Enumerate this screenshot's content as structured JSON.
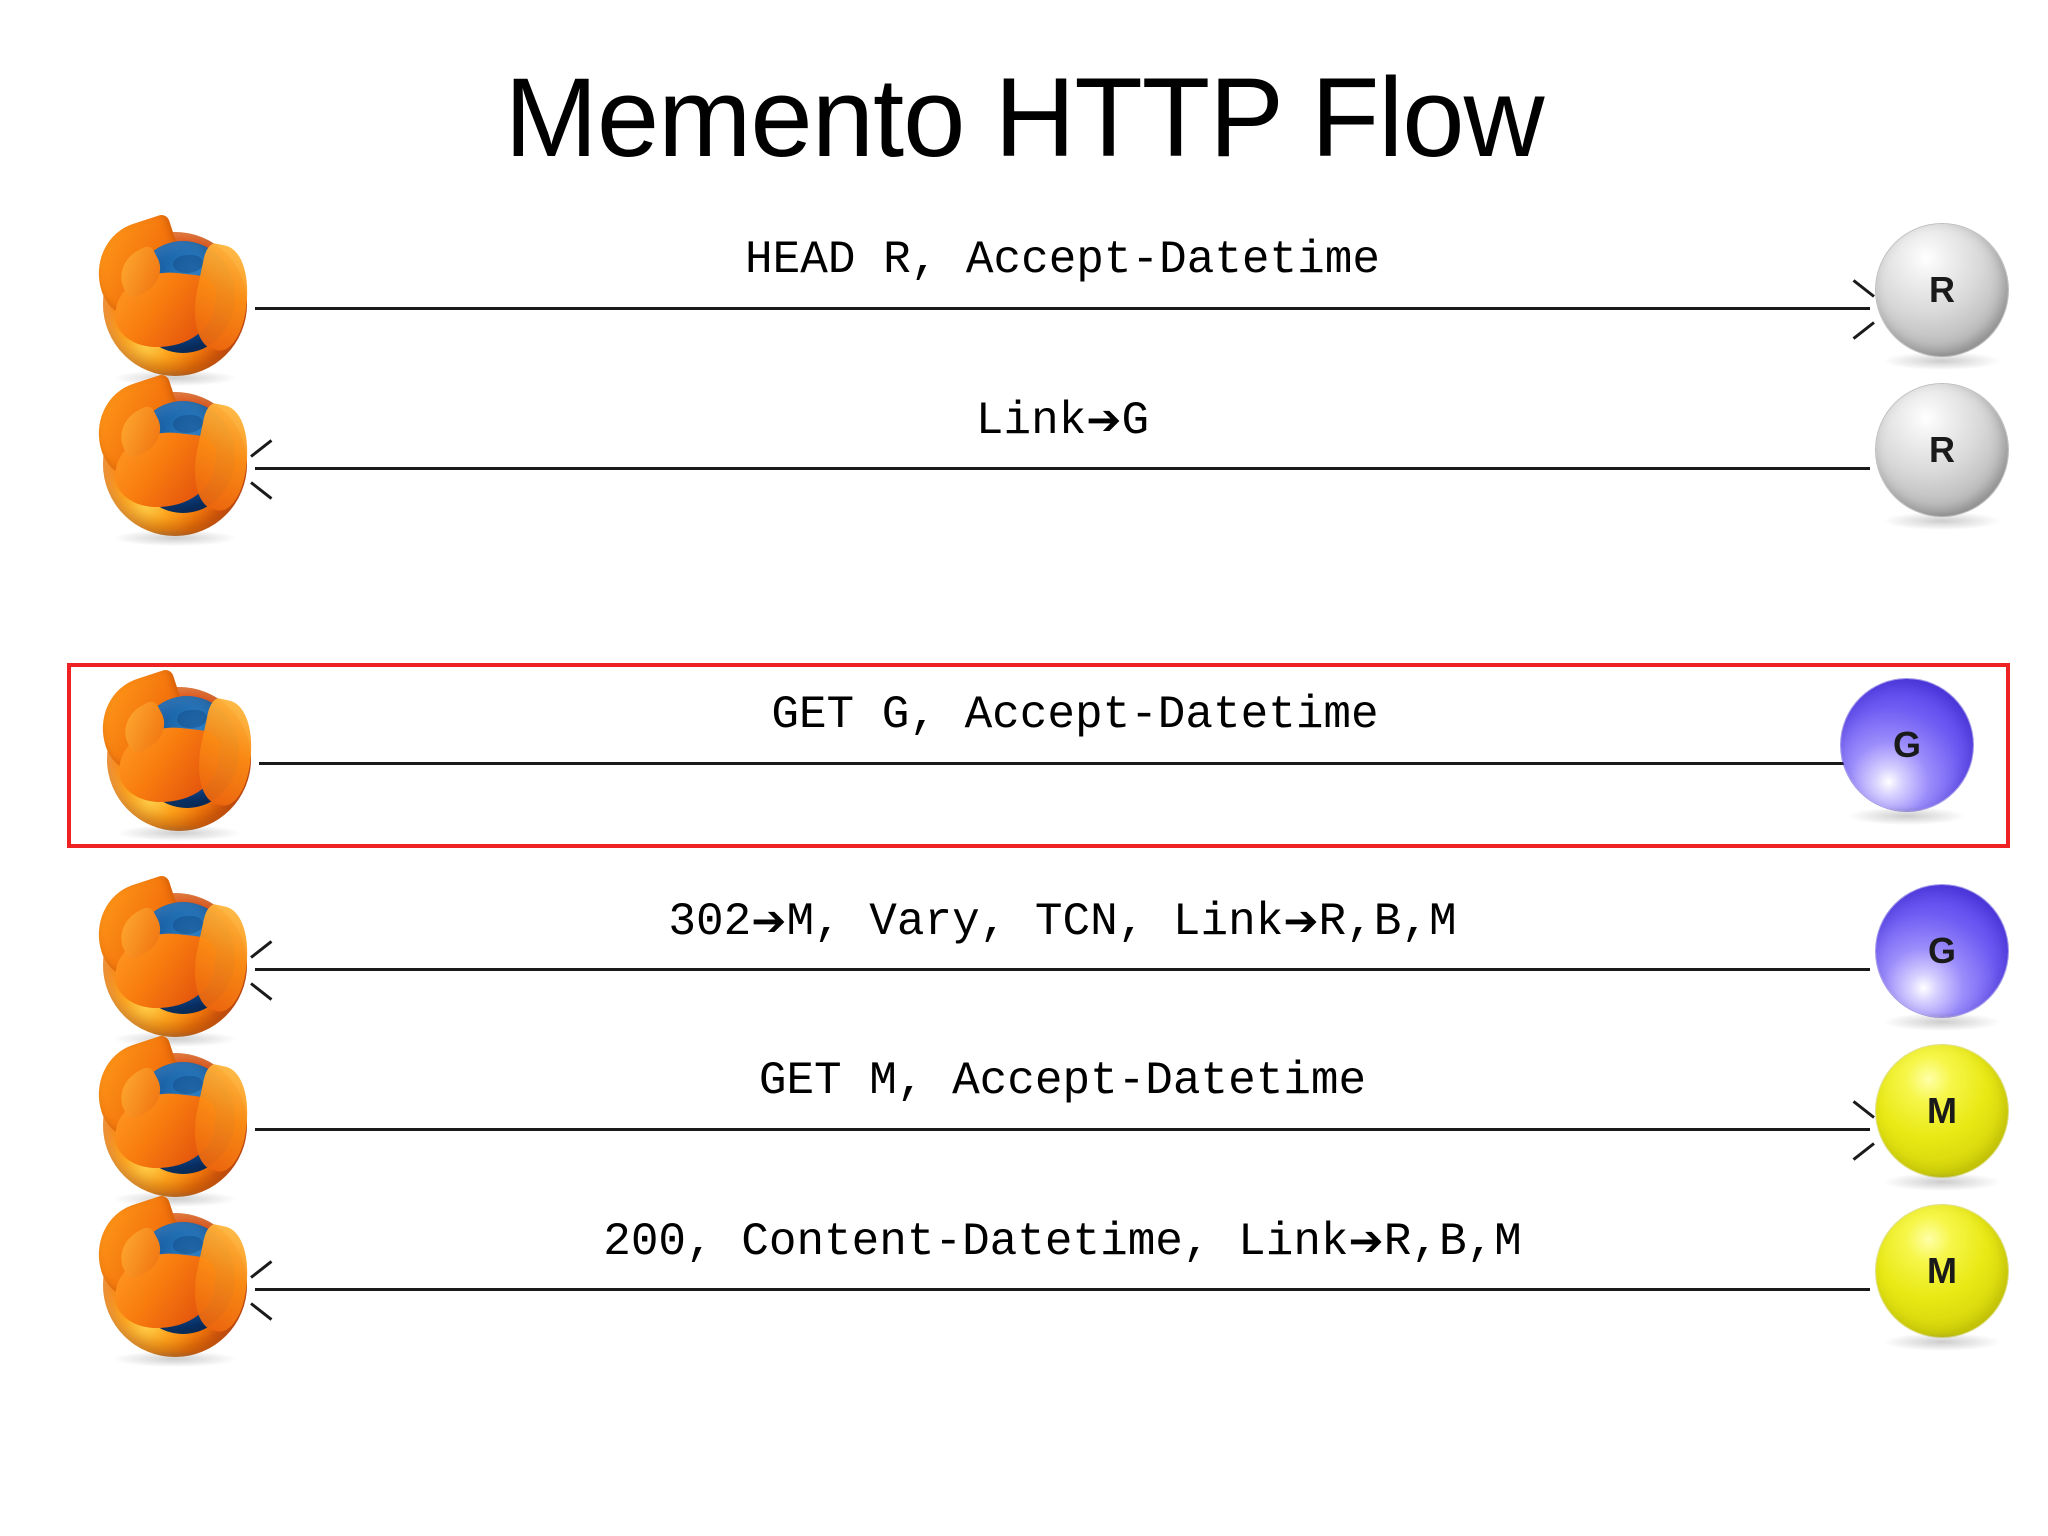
{
  "slide": {
    "title": "Memento HTTP Flow",
    "background_color": "#ffffff",
    "highlight_color": "#ee2222"
  },
  "legend": {
    "browser_icon": "firefox-logo",
    "node_R": "R",
    "node_G": "G",
    "node_M": "M",
    "node_colors": {
      "R": "#c9c9c9",
      "G": "#6a5ef0",
      "M": "#e8e81a"
    }
  },
  "rows": [
    {
      "index": 1,
      "label_prefix": "HEAD R, Accept-Datetime",
      "label_arrow": "",
      "label_suffix": "",
      "direction": "right",
      "node": "R",
      "node_color_key": "grey",
      "highlighted": false
    },
    {
      "index": 2,
      "label_prefix": "Link",
      "label_arrow": "➔",
      "label_suffix": "G",
      "direction": "left",
      "node": "R",
      "node_color_key": "grey",
      "highlighted": false
    },
    {
      "index": 3,
      "label_prefix": "GET G, Accept-Datetime",
      "label_arrow": "",
      "label_suffix": "",
      "direction": "right",
      "node": "G",
      "node_color_key": "blue",
      "highlighted": true
    },
    {
      "index": 4,
      "label_prefix": "302",
      "label_arrow": "➔",
      "label_suffix": "M, Vary, TCN, Link",
      "label_arrow2": "➔",
      "label_suffix2": "R,B,M",
      "direction": "left",
      "node": "G",
      "node_color_key": "blue",
      "highlighted": false
    },
    {
      "index": 5,
      "label_prefix": "GET M, Accept-Datetime",
      "label_arrow": "",
      "label_suffix": "",
      "direction": "right",
      "node": "M",
      "node_color_key": "yellow",
      "highlighted": false
    },
    {
      "index": 6,
      "label_prefix": "200, Content-Datetime, Link",
      "label_arrow": "➔",
      "label_suffix": "R,B,M",
      "direction": "left",
      "node": "M",
      "node_color_key": "yellow",
      "highlighted": false
    }
  ]
}
